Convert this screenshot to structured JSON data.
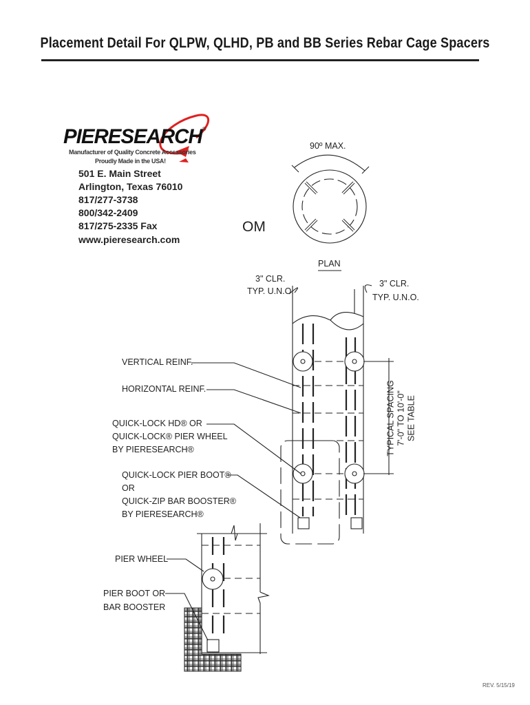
{
  "title": "Placement Detail For QLPW, QLHD, PB and BB Series Rebar Cage Spacers",
  "company": {
    "logo_text": "PIERESEARCH",
    "tagline": "Manufacturer of Quality Concrete Accessories",
    "made_in": "Proudly Made in the USA!",
    "address_line1": "501 E. Main Street",
    "address_line2": "Arlington, Texas 76010",
    "phone1": "817/277-3738",
    "phone2": "800/342-2409",
    "fax": "817/275-2335 Fax",
    "website": "www.pieresearch.com",
    "logo_accent_color": "#e02020"
  },
  "fragment_text": "OM",
  "plan": {
    "angle_label": "90º MAX.",
    "caption": "PLAN"
  },
  "labels": {
    "clear_left_1": "3\" CLR.",
    "clear_left_2": "TYP. U.N.O.",
    "clear_right_1": "3\" CLR.",
    "clear_right_2": "TYP. U.N.O.",
    "vertical_reinf": "VERTICAL REINF.",
    "horizontal_reinf": "HORIZONTAL REINF.",
    "quicklock_1": "QUICK-LOCK HD® OR",
    "quicklock_2": "QUICK-LOCK® PIER WHEEL",
    "quicklock_3": "BY PIERESEARCH®",
    "boot_1": "QUICK-LOCK PIER BOOT®",
    "boot_2": "OR",
    "boot_3": "QUICK-ZIP BAR BOOSTER®",
    "boot_4": "BY PIERESEARCH®",
    "spacing_1": "TYPICAL SPACING",
    "spacing_2": "7'-0\" TO 10'-0\"",
    "spacing_3": "SEE TABLE",
    "pier_wheel": "PIER WHEEL",
    "pier_boot_1": "PIER BOOT OR",
    "pier_boot_2": "BAR BOOSTER"
  },
  "revision": "REV. 5/15/19"
}
